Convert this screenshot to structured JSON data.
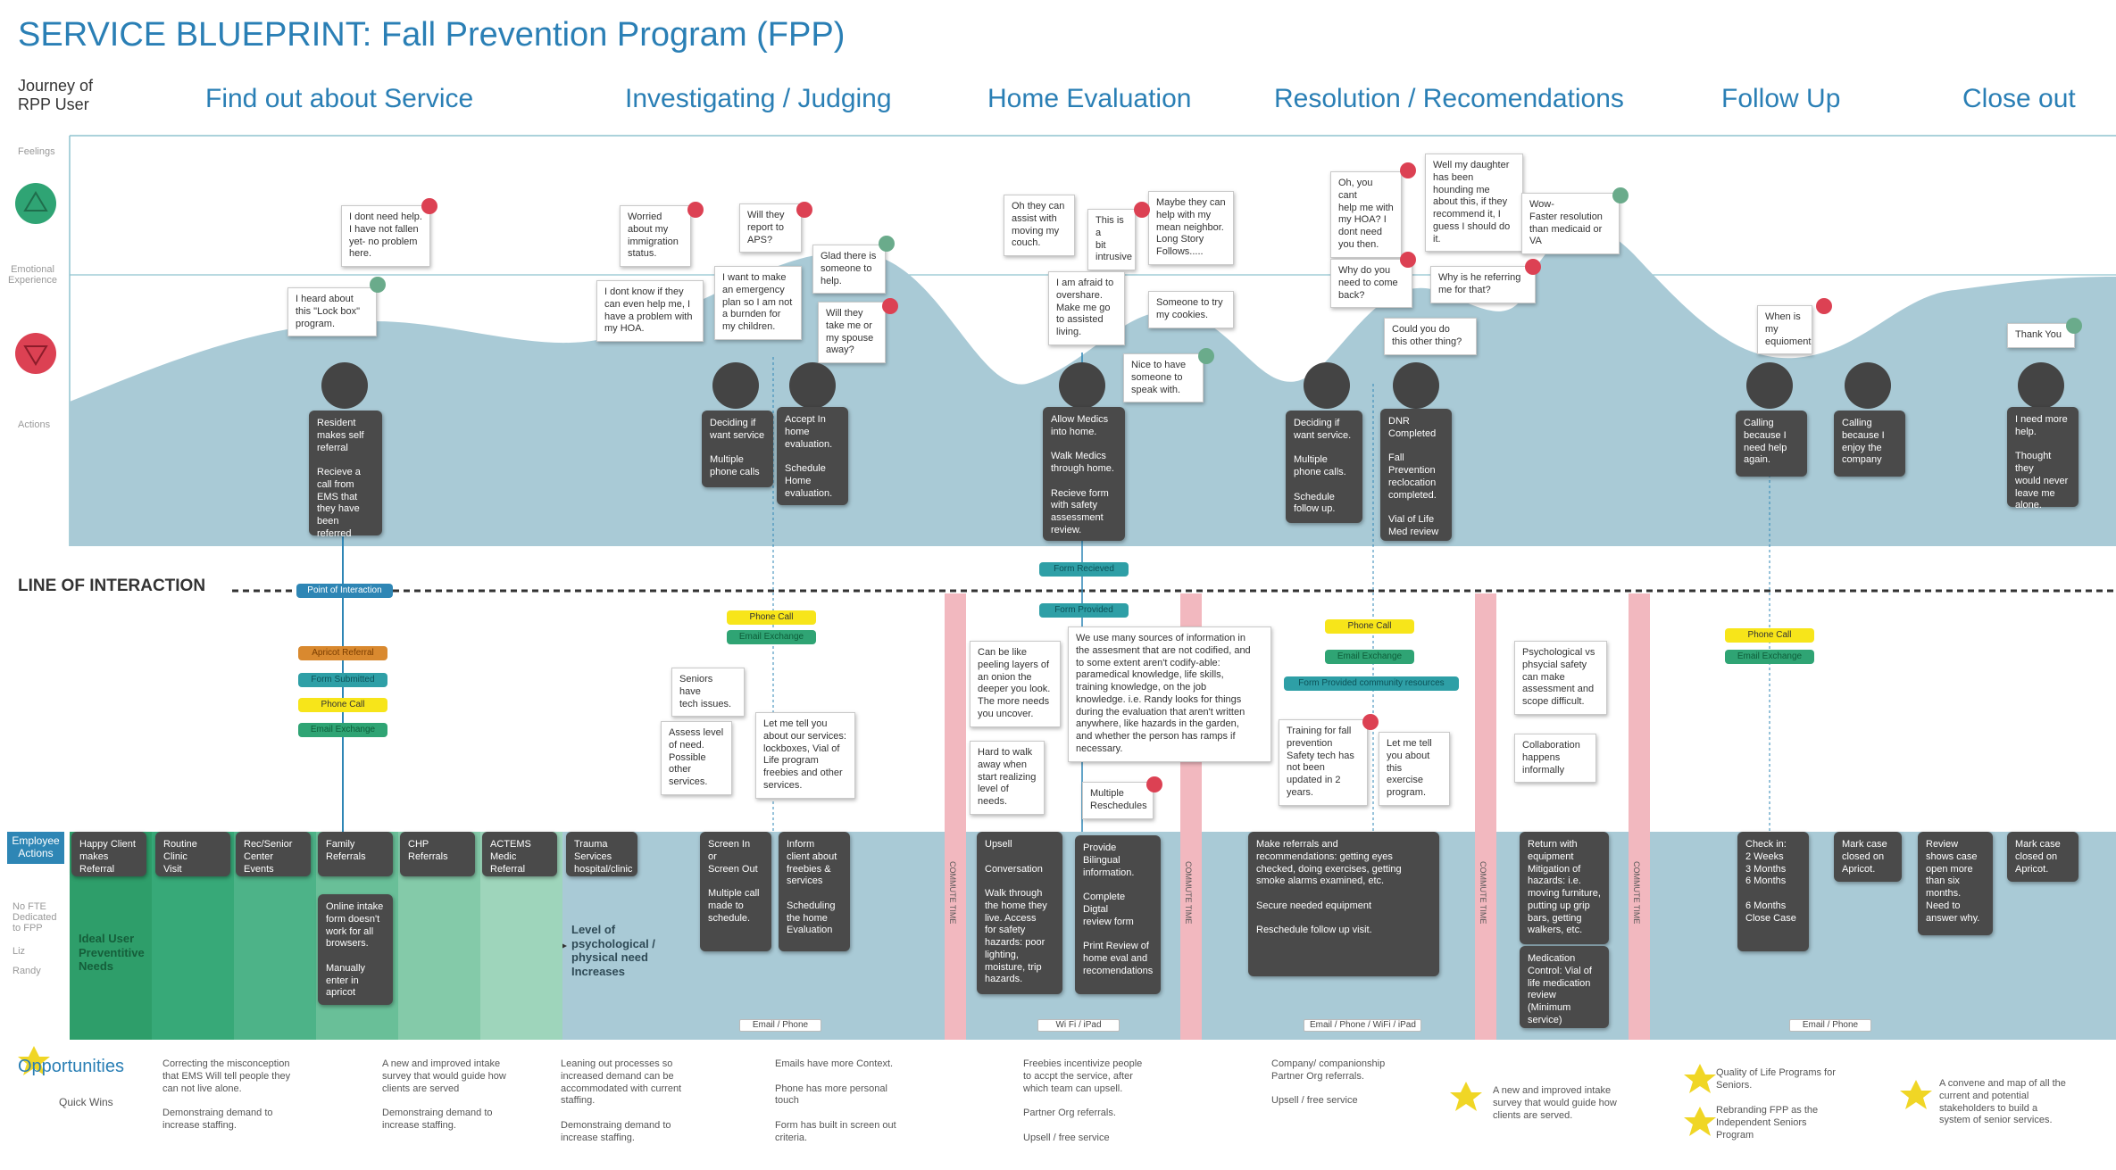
{
  "title": "SERVICE BLUEPRINT: Fall Prevention Program (FPP)",
  "journey_label": "Journey of\nRPP User",
  "phases": [
    "Find out about Service",
    "Investigating / Judging",
    "Home Evaluation",
    "Resolution / Recomendations",
    "Follow Up",
    "Close out"
  ],
  "row_labels": {
    "feelings": "Feelings",
    "emotional": "Emotional\nExperience",
    "actions": "Actions",
    "line": "LINE OF INTERACTION",
    "employee": "Employee\nActions",
    "no_fte": "No FTE\nDedicated\nto FPP",
    "liz": "Liz",
    "randy": "Randy"
  },
  "bubbles": [
    "I dont need help.\nI have not fallen\nyet- no problem\nhere.",
    "I heard about\nthis \"Lock box\"\nprogram.",
    "Worried\nabout my\nimmigration\nstatus.",
    "I dont know if they\ncan even help me, I\nhave a problem with\nmy HOA.",
    "Will they\nreport to\nAPS?",
    "I want to make\nan emergency\nplan so I am not\na burnden for\nmy children.",
    "Glad there is\nsomeone to\nhelp.",
    "Will they\ntake me or\nmy spouse\naway?",
    "Oh they can\nassist with\nmoving my\ncouch.",
    "This is a\nbit\nintrusive",
    "Maybe they can\nhelp with my\nmean neighbor.\nLong Story\nFollows.....",
    "I am afraid to\novershare.\nMake me go\nto assisted\nliving.",
    "Someone to try\nmy cookies.",
    "Nice to have\nsomeone to\nspeak with.",
    "Oh, you cant\nhelp me with\nmy HOA? I\ndont need\nyou then.",
    "Well my daughter\nhas been\nhounding me\nabout this, if they\nrecommend it, I\nguess I should do\nit.",
    "Wow-\nFaster resolution\nthan medicaid or\nVA",
    "Why do you\nneed to come\nback?",
    "Why is he referring\nme for that?",
    "Could you do\nthis other thing?",
    "When is\nmy\nequioment",
    "Thank You"
  ],
  "actions": [
    "Resident\nmakes self\nreferral\n\nRecieve a\ncall from\nEMS that\nthey have\nbeen\nreferred",
    "Deciding if\nwant service\n\nMultiple\nphone calls",
    "Accept  In\nhome\nevaluation.\n\nSchedule\nHome\nevaluation.",
    "Allow Medics\ninto home.\n\nWalk Medics\nthrough home.\n\nRecieve form\nwith safety\nassessment\nreview.",
    "Deciding if\nwant service.\n\nMultiple\nphone calls.\n\nSchedule\nfollow up.",
    "DNR\nCompleted\n\nFall\nPrevention\nreclocation\ncompleted.\n\nVial of Life\nMed review",
    "Calling\nbecause I\nneed help\nagain.",
    "Calling\nbecause I\nenjoy the\ncompany",
    "I need more\nhelp.\n\nThought they\nwould never\nleave me\nalone."
  ],
  "pills": [
    "Point of Interaction",
    "Apricot Referral",
    "Form Submitted",
    "Phone Call",
    "Email Exchange",
    "Phone Call",
    "Email Exchange",
    "Form Recieved",
    "Form Provided",
    "Phone Call",
    "Email Exchange",
    "Form Provided community resources",
    "Phone Call",
    "Email Exchange"
  ],
  "backstage_notes": [
    "Seniors have\ntech issues.",
    "Assess level\nof need.\nPossible\nother\nservices.",
    "Let me tell you\nabout our services:\nlockboxes, Vial of\nLife program\nfreebies and other\nservices.",
    "Can be like\npeeling layers of\nan onion the\ndeeper you look.\nThe more needs\nyou uncover.",
    "Hard to walk\naway when\nstart realizing\nlevel of\nneeds.",
    "We use many sources of information in\nthe assesment that are not codified, and\nto some extent aren't codify-able:\nparamedical knowledge, life skills,\ntraining knowledge, on the job\nknowledge. i.e. Randy looks for things\nduring the evaluation that aren't written\nanywhere, like hazards in the garden,\nand whether the person has ramps if\nnecessary.",
    "Multiple\nReschedules",
    "Training for fall\nprevention\nSafety tech has\nnot been\nupdated in 2\nyears.",
    "Let me tell\nyou about\nthis\nexercise\nprogram.",
    "Psychological vs\nphsycial  safety\ncan make\nassessment and\nscope difficult.",
    "Collaboration\nhappens\ninformally"
  ],
  "employee_boxes": [
    "Happy Client\nmakes\nReferral",
    "Routine Clinic\nVisit",
    "Rec/Senior\nCenter\nEvents",
    "Family\nReferrals",
    "CHP\nReferrals",
    "ACTEMS\nMedic\nReferral",
    "Trauma\nServices\nhospital/clinic",
    "Online intake\nform doesn't\nwork for all\nbrowsers.\n\nManually\nenter in\napricot",
    "Screen In\nor\nScreen Out\n\nMultiple call\nmade to\nschedule.",
    "Inform\nclient about\nfreebies &\nservices\n\nScheduling\nthe home\nEvaluation",
    "Upsell\n\nConversation\n\nWalk through\nthe home they\nlive.  Access\nfor safety\nhazards: poor\nlighting,\nmoisture, trip\nhazards.",
    "Provide Bilingual\ninformation.\n\nComplete Digtal\nreview form\n\nPrint Review of\nhome eval and\nrecomendations",
    "Make referrals and\nrecommendations: getting eyes\nchecked, doing exercises, getting\nsmoke alarms examined, etc.\n\nSecure needed equipment\n\nReschedule follow up visit.",
    "Return with\nequipment\nMitigation of\nhazards: i.e.\nmoving furniture,\nputting up grip\nbars, getting\nwalkers, etc.",
    "Medication\nControl: Vial of\nlife medication\nreview (Minimum\nservice)",
    "Check in:\n2 Weeks\n3 Months\n6 Months\n\n6 Months\nClose Case",
    "Mark case\nclosed on\nApricot.",
    "Review\nshows case\nopen more\nthan six\nmonths.\nNeed to\nanswer why.",
    "Mark case\nclosed on\nApricot."
  ],
  "ideal_needs": "Ideal  User\nPreventitive\nNeeds",
  "level_need": "Level of\npsychological /\nphysical need\nIncreases",
  "commute": "COMMUTE TIME",
  "channels": [
    "Email / Phone",
    "Wi Fi / iPad",
    "Email / Phone / WiFi / iPad",
    "Email / Phone"
  ],
  "opportunities_title": "Opportunities",
  "quick_wins": "Quick Wins",
  "opportunities": [
    "Correcting the misconception\nthat EMS Will tell people they\ncan not live alone.\n\nDemonstraing demand to\nincrease staffing.",
    "A new and improved intake\nsurvey that would guide how\nclients are served\n\nDemonstraing demand to\nincrease staffing.",
    "Leaning out processes so\nincreased demand can be\naccommodated with current\nstaffing.\n\nDemonstraing demand to\nincrease staffing.",
    "Emails have more Context.\n\nPhone has more personal\ntouch\n\nForm has built in screen out\ncriteria.",
    "Freebies incentivize people\nto accpt the service, after\nwhich team can upsell.\n\nPartner Org referrals.\n\nUpsell / free service",
    "Company/ companionship\nPartner Org referrals.\n\nUpsell / free service",
    "A new and improved intake\nsurvey that would guide how\nclients are served.",
    "Quality of Life Programs for\nSeniors.",
    "Rebranding FPP as the\nIndependent Seniors\nProgram",
    "A convene and map of all the\ncurrent and potential\nstakeholders to build a\nsystem of senior services."
  ],
  "colors": {
    "accent": "#2a7fb5",
    "curve": "#a9cad6",
    "backstage": "#a9cad6",
    "dark": "#4a4a4a",
    "red": "#dc4153",
    "green": "#2fa474",
    "commute": "#f2b8bf"
  }
}
